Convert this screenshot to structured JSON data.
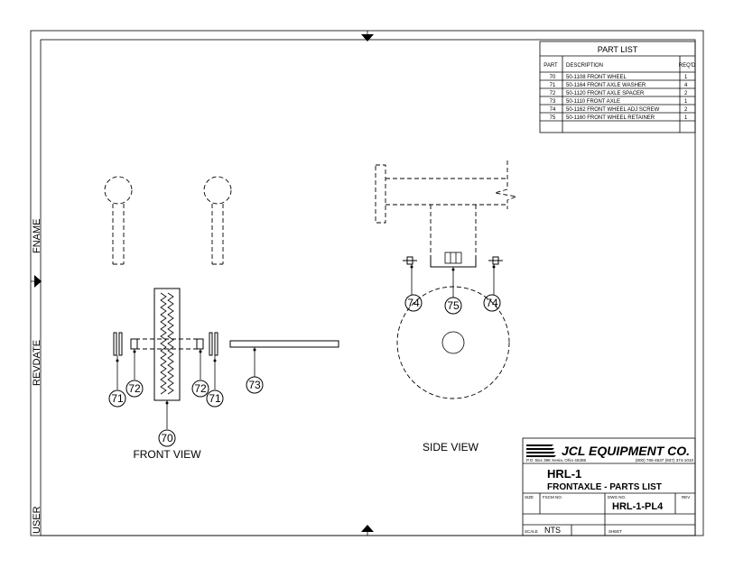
{
  "margin_labels": {
    "fname": "FNAME",
    "revdate": "REVDATE",
    "user": "USER"
  },
  "part_list": {
    "title": "PART LIST",
    "headers": [
      "PART",
      "DESCRIPTION",
      "REQ'D"
    ],
    "rows": [
      {
        "part": "70",
        "description": "50-1108  FRONT WHEEL",
        "qty": "1"
      },
      {
        "part": "71",
        "description": "50-1164  FRONT AXLE WASHER",
        "qty": "4"
      },
      {
        "part": "72",
        "description": "50-1120  FRONT AXLE SPACER",
        "qty": "2"
      },
      {
        "part": "73",
        "description": "50-1110  FRONT AXLE",
        "qty": "1"
      },
      {
        "part": "74",
        "description": "50-1162  FRONT WHEEL ADJ SCREW",
        "qty": "2"
      },
      {
        "part": "75",
        "description": "50-1160  FRONT WHEEL RETAINER",
        "qty": "1"
      }
    ]
  },
  "views": {
    "front": "FRONT VIEW",
    "side": "SIDE VIEW"
  },
  "callouts": {
    "front": [
      "71",
      "72",
      "70",
      "72",
      "71",
      "73"
    ],
    "side": [
      "74",
      "75",
      "74"
    ]
  },
  "title_block": {
    "company": "JCL EQUIPMENT CO.",
    "address": "P.O. Box 396 Xenia, Ohio 45385",
    "phone": "(800) 765-4637  (937) 374-1010",
    "drawing_title": "HRL-1",
    "drawing_subtitle": "FRONTAXLE - PARTS LIST",
    "size_label": "SIZE",
    "fscm_label": "FSCM NO.",
    "dwg_label": "DWG NO.",
    "dwg_no": "HRL-1-PL4",
    "rev_label": "REV",
    "scale_label": "SCALE",
    "scale_value": "NTS",
    "sheet_label": "SHEET"
  }
}
